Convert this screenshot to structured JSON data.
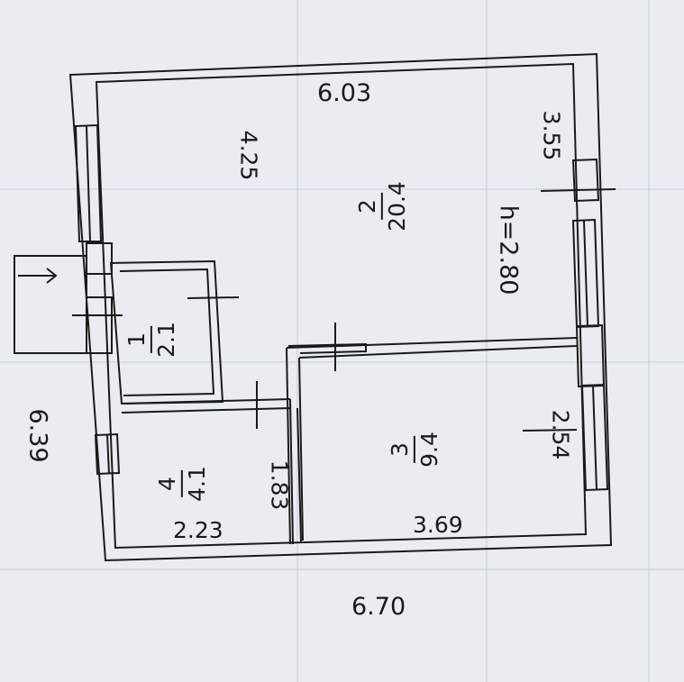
{
  "plan": {
    "ceiling_height": "h=2.80",
    "overall": {
      "width": "6.70",
      "depth": "6.39"
    },
    "rooms": [
      {
        "id": "1",
        "area": "2.1"
      },
      {
        "id": "2",
        "area": "20.4",
        "dims": [
          "6.03",
          "4.25",
          "3.55"
        ]
      },
      {
        "id": "3",
        "area": "9.4",
        "dims": [
          "3.69",
          "2.54"
        ]
      },
      {
        "id": "4",
        "area": "4.1",
        "dims": [
          "2.23",
          "1.83"
        ]
      }
    ]
  },
  "colors": {
    "paper": "#e9ecf0",
    "line": "#1a1a1a",
    "grid": "#b9c4d0"
  }
}
